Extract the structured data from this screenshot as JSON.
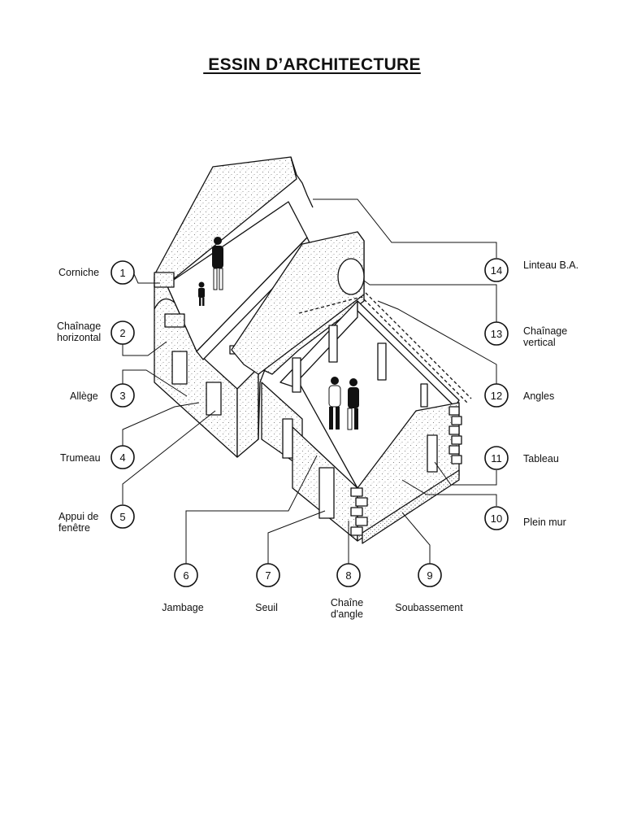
{
  "title": " ESSIN D’ARCHITECTURE",
  "labels": {
    "1": {
      "num": "1",
      "text": "Corniche"
    },
    "2": {
      "num": "2",
      "line1": "Chaînage",
      "line2": "horizontal"
    },
    "3": {
      "num": "3",
      "text": "Allège"
    },
    "4": {
      "num": "4",
      "text": "Trumeau"
    },
    "5": {
      "num": "5",
      "line1": "Appui de",
      "line2": "fenêtre"
    },
    "6": {
      "num": "6",
      "text": "Jambage"
    },
    "7": {
      "num": "7",
      "text": "Seuil"
    },
    "8": {
      "num": "8",
      "line1": "Chaîne",
      "line2": "d'angle"
    },
    "9": {
      "num": "9",
      "text": "Soubassement"
    },
    "10": {
      "num": "10",
      "text": "Plein mur"
    },
    "11": {
      "num": "11",
      "text": "Tableau"
    },
    "12": {
      "num": "12",
      "text": "Angles"
    },
    "13": {
      "num": "13",
      "line1": "Chaînage",
      "line2": "vertical"
    },
    "14": {
      "num": "14",
      "text": "Linteau B.A."
    }
  },
  "colors": {
    "ink": "#111111",
    "paper": "#ffffff",
    "stipple": "#777777"
  }
}
